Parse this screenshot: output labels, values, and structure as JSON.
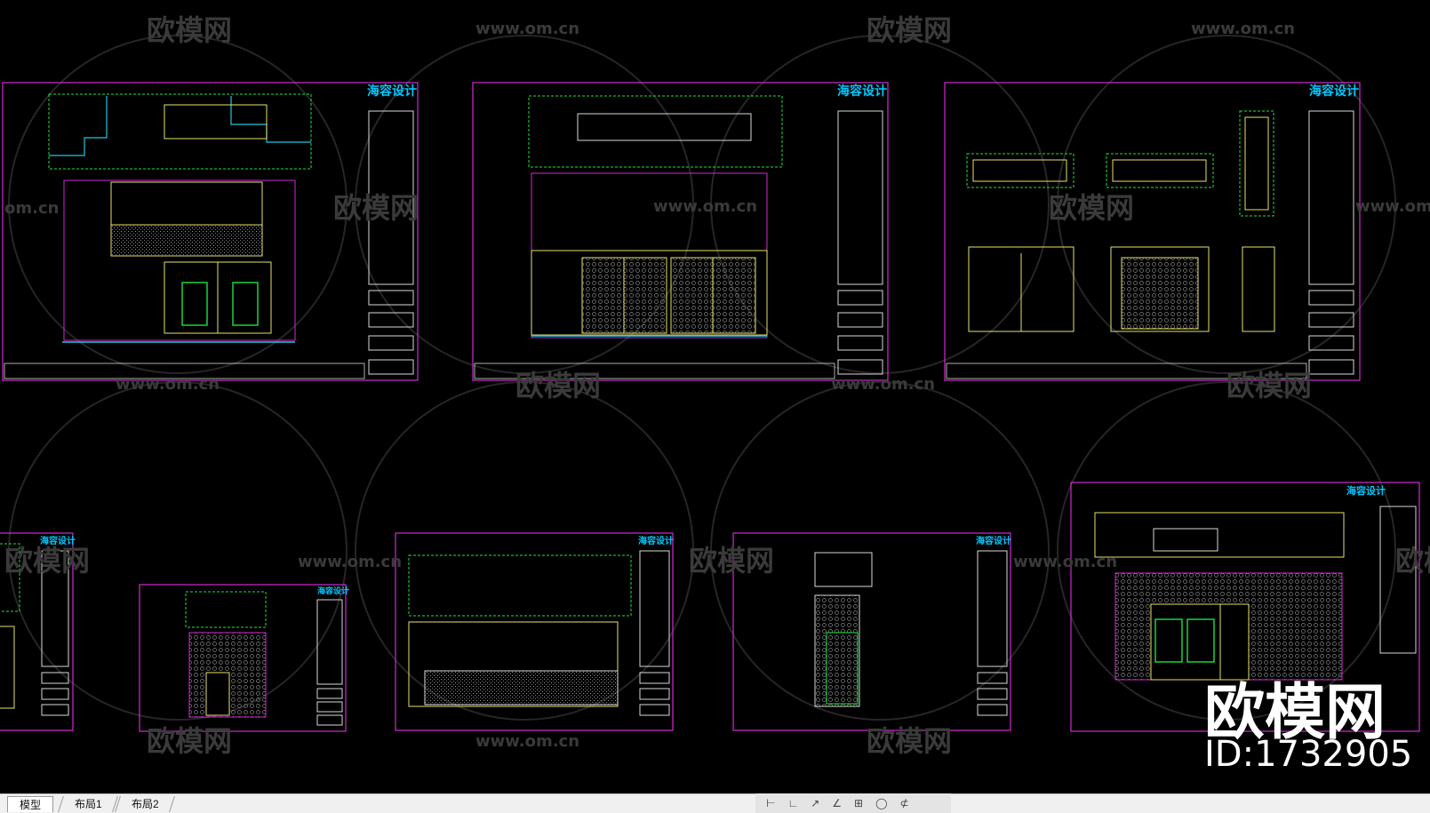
{
  "watermark": {
    "brand": "欧模网",
    "site": "www.om.cn",
    "site_partial": "om.cn"
  },
  "overlay": {
    "brand": "欧模网",
    "id_text": "ID:1732905"
  },
  "sheets": {
    "title": "海容设计",
    "subtitle": "Design"
  },
  "tabs": [
    {
      "label": "模型",
      "active": true
    },
    {
      "label": "布局1",
      "active": false
    },
    {
      "label": "布局2",
      "active": false
    }
  ],
  "status_tools": [
    "⊢",
    "∟",
    "↗",
    "∠",
    "⊞",
    "◯",
    "⊄"
  ],
  "colors": {
    "background": "#000000",
    "sheet_border": "#d22ad2",
    "green": "#20e040",
    "yellow": "#e6e26a",
    "cyan": "#20c8e0",
    "white": "#d8d8d8"
  }
}
